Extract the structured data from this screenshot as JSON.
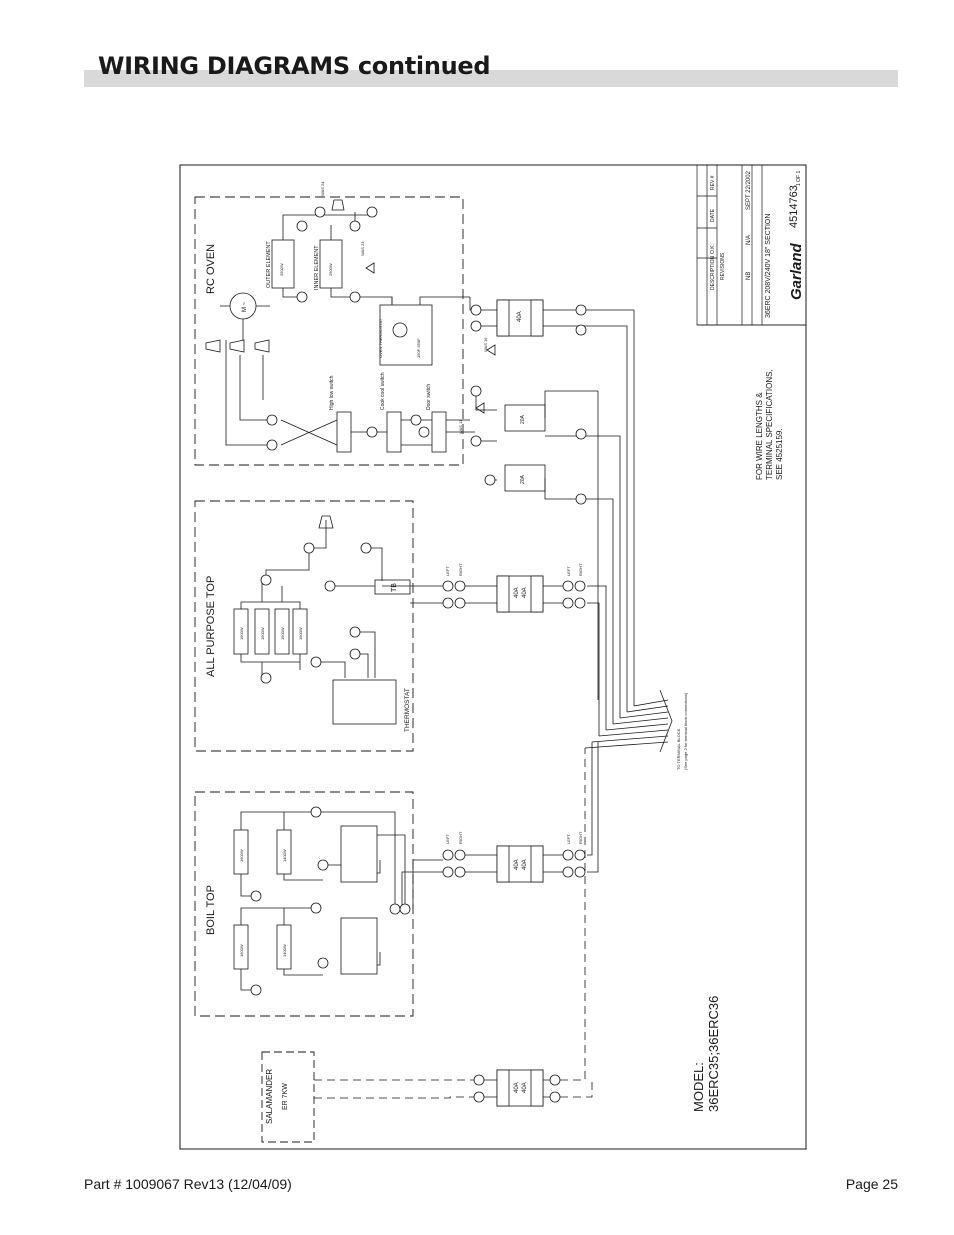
{
  "page": {
    "title": "WIRING DIAGRAMS continued",
    "part_number": "Part # 1009067 Rev13 (12/04/09)",
    "page_number": "Page 25"
  },
  "diagram": {
    "sections": {
      "rc_oven": "RC OVEN",
      "all_purpose_top": "ALL PURPOSE TOP",
      "boil_top": "BOIL TOP",
      "salamander": "SALAMANDER",
      "salamander_sub": "ER 7KW"
    },
    "oven_labels": {
      "outer_element": "OUTER ELEMENT",
      "inner_element": "INNER ELEMENT",
      "oven_thermostat": "OVEN THERMOSTAT",
      "thermostat_range": "150F-550F",
      "high_low_switch": "High low switch",
      "cook_cool_switch": "Cook cool switch",
      "door_switch": "Door switch",
      "motor": "M ~"
    },
    "fuse_labels": {
      "f40": "40A",
      "f20": "20A"
    },
    "top_labels": {
      "thermostat": "THERMOSTAT",
      "tb": "TB",
      "left": "LEFT",
      "right": "RIGHT"
    },
    "element_ratings": {
      "el_1600": "1600W",
      "el_1400": "1400W",
      "el_2500": "2500W"
    },
    "wire_labels": {
      "w16": "WAS 16",
      "w11": "WAS 11",
      "w23": "WAS 23",
      "w24": "WAS 24"
    },
    "terminal_note": {
      "line1": "TO TERMINAL BLOCK",
      "line2": "(See page 2 for terminal block connections)"
    },
    "notes": {
      "wire_lengths": "FOR WIRE LENGTHS &",
      "terminal_spec": "TERMINAL SPECIFICATIONS,",
      "see": "SEE 4525159."
    },
    "model": {
      "label": "MODEL:",
      "value": "36ERC35;36ERC36"
    },
    "title_block": {
      "brand": "Garland",
      "drawing_number": "4514763",
      "description": "36ERC 208V/240V 18\" SECTION",
      "scale": "N/A",
      "date": "SEPT 22/2002",
      "drawn_by": "NB",
      "revisions_header": "REVISIONS",
      "description_col": "DESCRIPTION",
      "date_col": "DATE",
      "rev_col": "REV #",
      "ok_col": "O.K.",
      "sheet": "1 OF 1"
    }
  }
}
